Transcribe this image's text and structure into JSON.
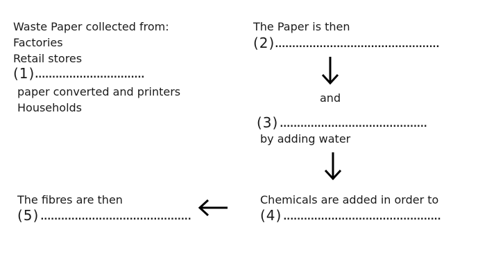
{
  "box1": {
    "title": "Waste Paper collected from:",
    "line1": "Factories",
    "line2": "Retail stores",
    "blank_number": "(1)",
    "blank_dots": "................................",
    "line3": "paper converted and printers",
    "line4": "Households"
  },
  "box2": {
    "title": "The Paper is then",
    "blank_number": "(2)",
    "blank_dots": "................................................"
  },
  "connector_and": "and",
  "box3": {
    "blank_number": "(3)",
    "blank_dots": "...........................................",
    "line1": "by adding water"
  },
  "box4": {
    "title": "Chemicals are added in order to",
    "blank_number": "(4)",
    "blank_dots": ".............................................."
  },
  "box5": {
    "title": "The fibres are then",
    "blank_number": "(5)",
    "blank_dots": "............................................"
  },
  "arrows": [
    {
      "name": "arrow-down-1",
      "direction": "down"
    },
    {
      "name": "arrow-down-2",
      "direction": "down"
    },
    {
      "name": "arrow-left",
      "direction": "left"
    }
  ]
}
